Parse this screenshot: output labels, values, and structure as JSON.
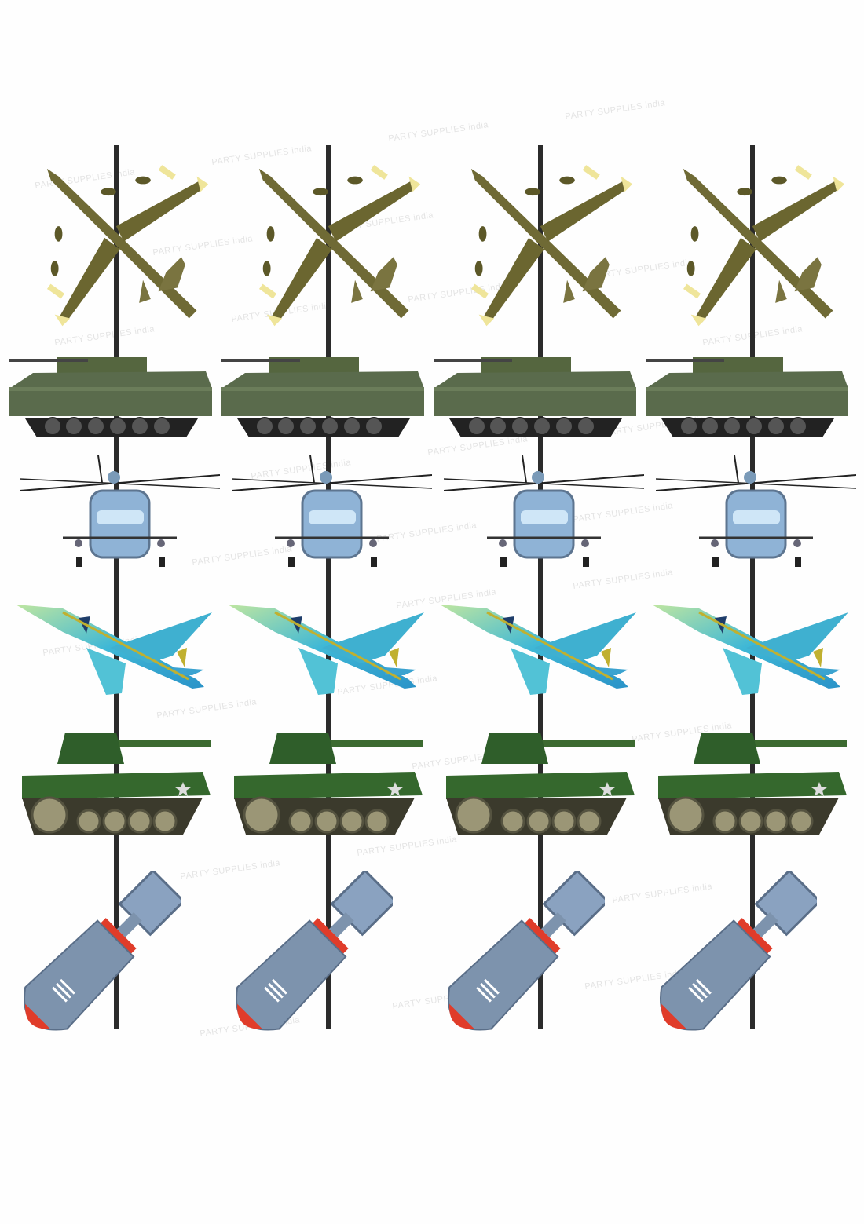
{
  "watermark": "PARTY SUPPLIES india",
  "columns": 4,
  "items": [
    "bomber-plane",
    "armored-vehicle",
    "helicopter",
    "jet-fighter",
    "battle-tank",
    "bomb"
  ],
  "colors": {
    "string": "#2b2b2b",
    "bomber": "#6f6a35",
    "armored": "#5a6b4c",
    "helicopter": "#8fb3d6",
    "jet": "#3fb0d0",
    "tank": "#2f5e2a",
    "bomb": "#7d93ad",
    "bomb_band": "#e03c2a"
  }
}
